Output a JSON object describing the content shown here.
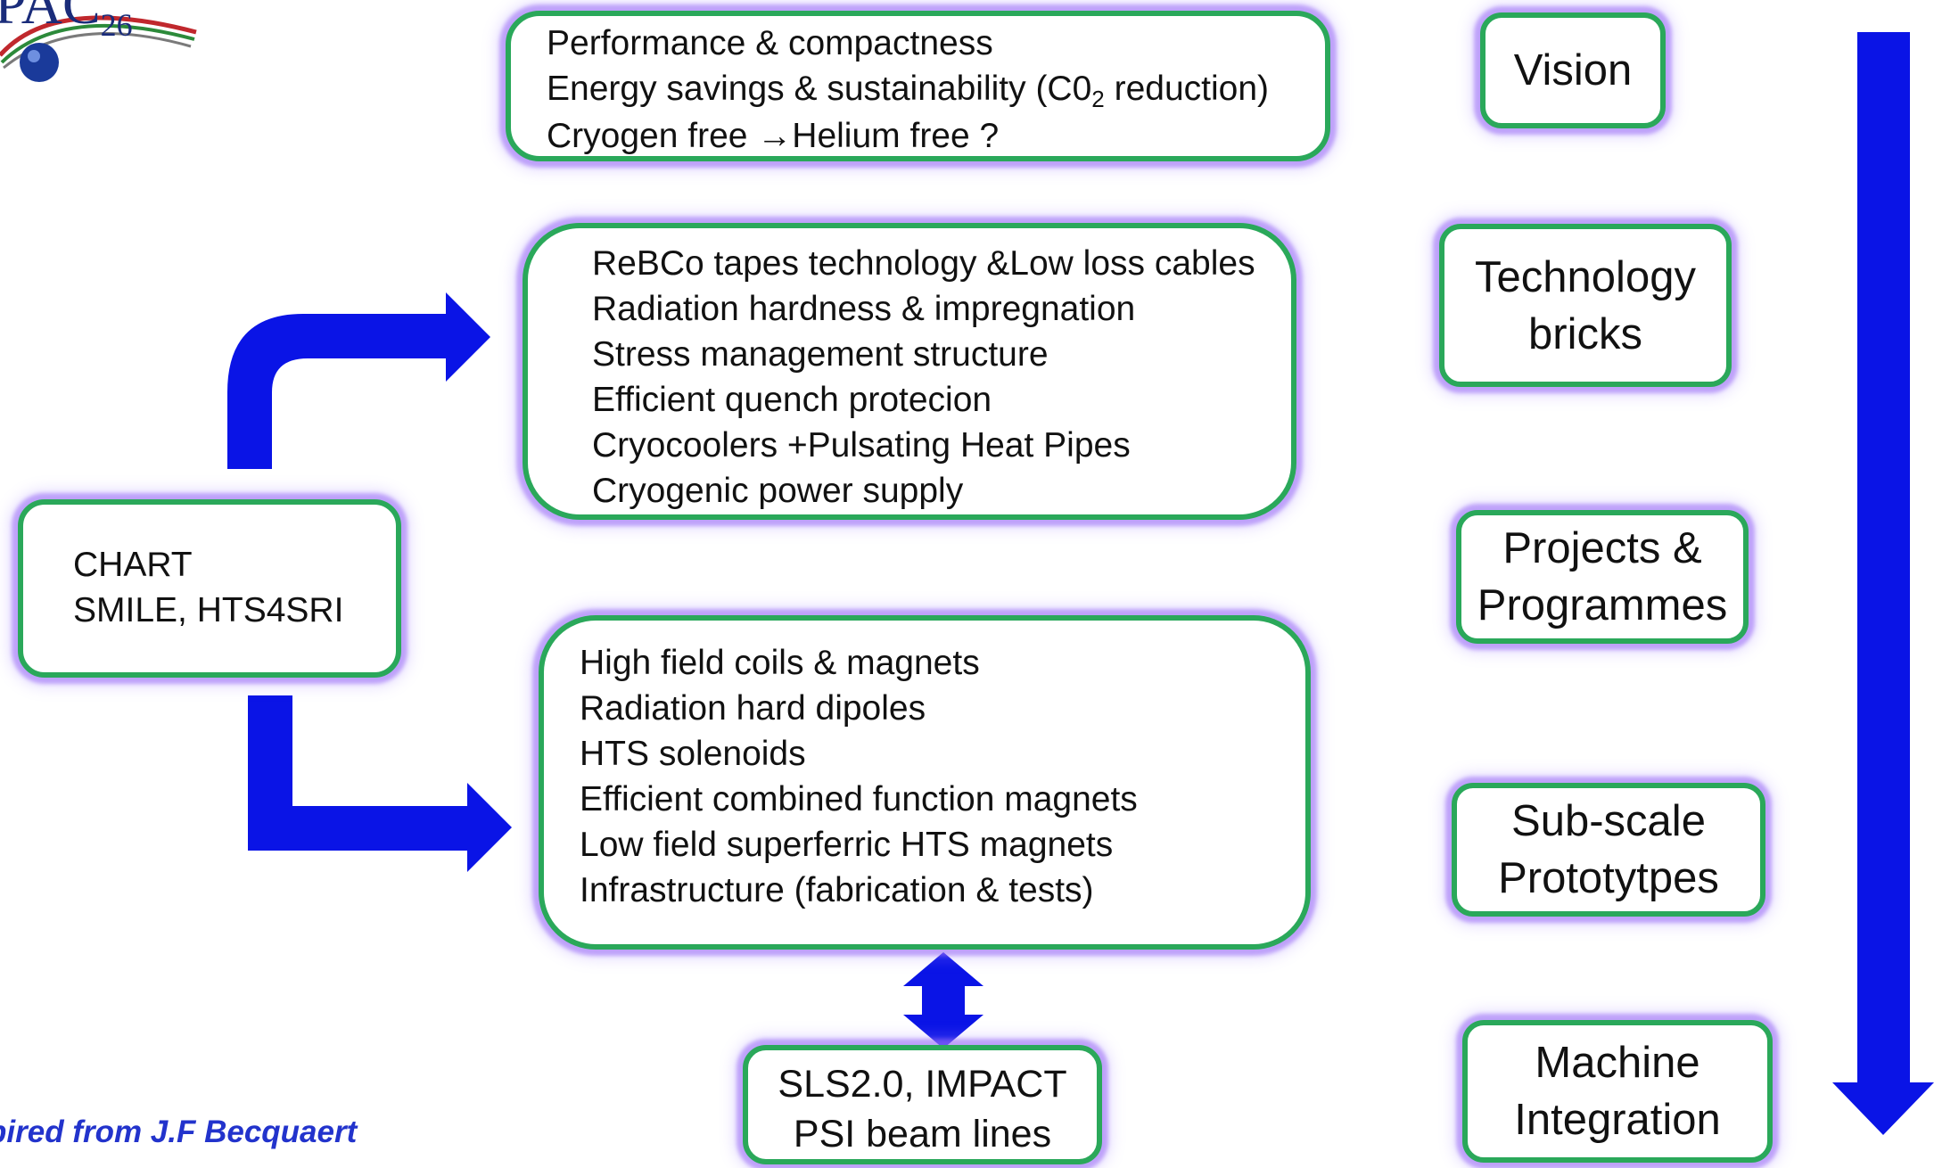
{
  "logo": {
    "text": "PAC",
    "sub": "26"
  },
  "vision_box": {
    "lines": [
      "Performance & compactness",
      "Energy savings & sustainability (C0",
      "Cryogen free →Helium free ?"
    ],
    "line2_subscript": "2",
    "line2_suffix": " reduction)"
  },
  "technology_box": {
    "lines": [
      "ReBCo tapes technology &Low loss cables",
      "Radiation hardness & impregnation",
      "Stress management structure",
      "Efficient quench protecion",
      "Cryocoolers +Pulsating Heat Pipes",
      "Cryogenic power supply"
    ]
  },
  "chart_box": {
    "lines": [
      "CHART",
      "SMILE, HTS4SRI"
    ]
  },
  "magnets_box": {
    "lines": [
      "High field coils & magnets",
      "Radiation hard dipoles",
      "HTS solenoids",
      "Efficient combined function magnets",
      "Low field superferric HTS magnets",
      "Infrastructure (fabrication & tests)"
    ]
  },
  "sls_box": {
    "lines": [
      "SLS2.0, IMPACT",
      "PSI beam lines"
    ]
  },
  "stages": {
    "vision": [
      "Vision"
    ],
    "technology": [
      "Technology",
      "bricks"
    ],
    "projects": [
      "Projects &",
      "Programmes"
    ],
    "subscale": [
      "Sub-scale",
      "Prototytpes"
    ],
    "machine": [
      "Machine",
      "Integration"
    ]
  },
  "credit": "pired from J.F Becquaert",
  "colors": {
    "arrow_blue": "#0a14e6",
    "box_border_green": "#2aa85a",
    "glow_purple": "#9b6ef5",
    "credit_blue": "#2233cc"
  }
}
